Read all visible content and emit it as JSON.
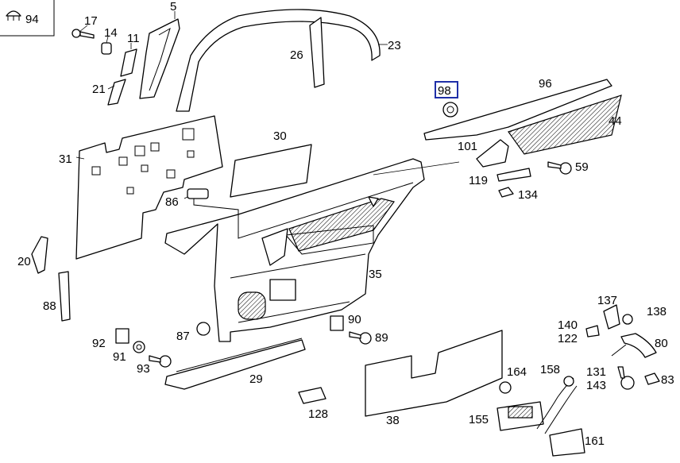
{
  "diagram": {
    "inset_label": "94",
    "highlighted": "98",
    "callouts": {
      "c5": "5",
      "c11": "11",
      "c14": "14",
      "c17": "17",
      "c20": "20",
      "c21": "21",
      "c23": "23",
      "c26": "26",
      "c29": "29",
      "c30": "30",
      "c31": "31",
      "c35": "35",
      "c38": "38",
      "c44": "44",
      "c59": "59",
      "c80": "80",
      "c83": "83",
      "c86": "86",
      "c87": "87",
      "c88": "88",
      "c89": "89",
      "c90": "90",
      "c91": "91",
      "c92": "92",
      "c93": "93",
      "c96": "96",
      "c98": "98",
      "c101": "101",
      "c119": "119",
      "c122": "122",
      "c128": "128",
      "c131": "131",
      "c134": "134",
      "c137": "137",
      "c138": "138",
      "c140": "140",
      "c143": "143",
      "c155": "155",
      "c158": "158",
      "c161": "161",
      "c164": "164"
    }
  }
}
